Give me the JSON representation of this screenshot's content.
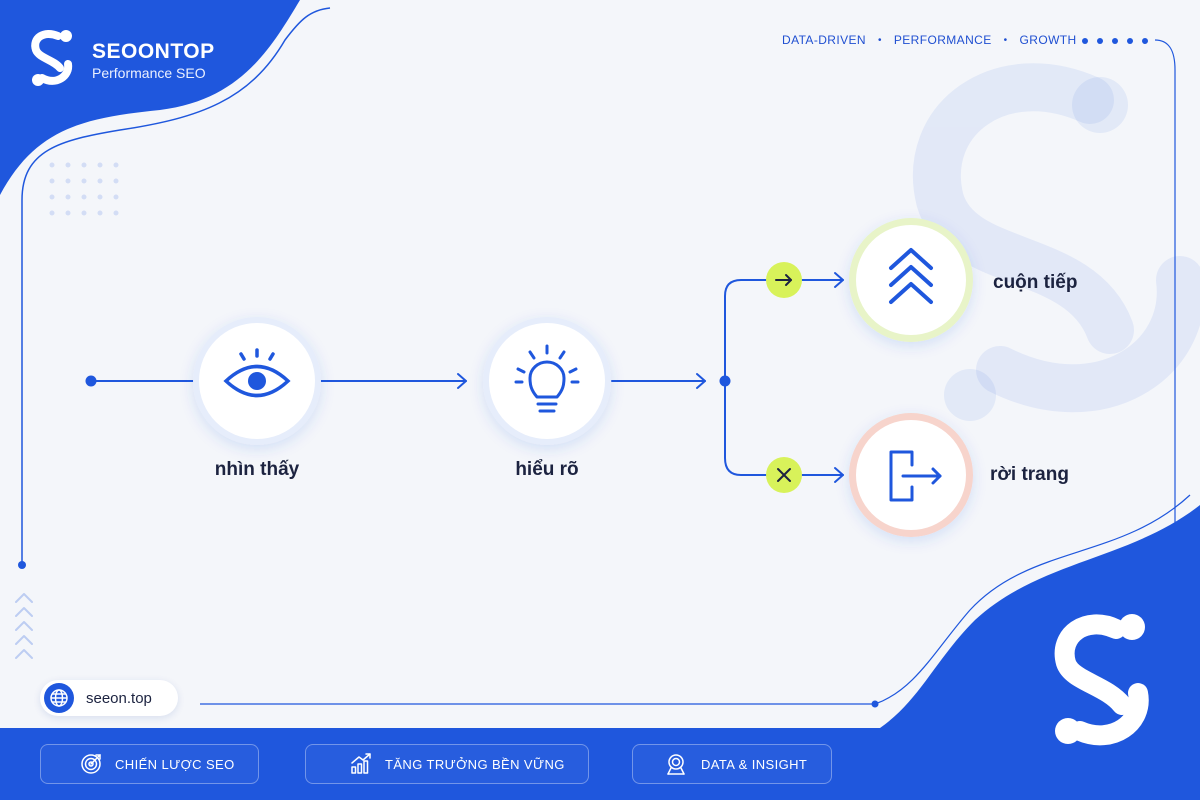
{
  "header": {
    "brand_name": "SEOONTOP",
    "brand_subtitle": "Performance SEO",
    "tagline": [
      "DATA-DRIVEN",
      "PERFORMANCE",
      "GROWTH"
    ]
  },
  "flow": {
    "nodes": [
      {
        "id": "see",
        "label": "nhìn thấy",
        "icon": "eye-icon"
      },
      {
        "id": "understand",
        "label": "hiểu rõ",
        "icon": "lightbulb-icon"
      },
      {
        "id": "scroll",
        "label": "cuộn tiếp",
        "icon": "chevrons-up-icon",
        "branch": "yes"
      },
      {
        "id": "leave",
        "label": "rời trang",
        "icon": "exit-icon",
        "branch": "no"
      }
    ],
    "branch_markers": [
      {
        "symbol": "→",
        "meaning": "continue"
      },
      {
        "symbol": "✕",
        "meaning": "exit"
      }
    ]
  },
  "url": {
    "text": "seeon.top",
    "icon": "globe-icon"
  },
  "footer": {
    "items": [
      {
        "label": "CHIẾN LƯỢC SEO",
        "icon": "target-icon"
      },
      {
        "label": "TĂNG TRƯỞNG BỀN VỮNG",
        "icon": "growth-chart-icon"
      },
      {
        "label": "DATA & INSIGHT",
        "icon": "magnifier-icon"
      }
    ]
  },
  "colors": {
    "brand_blue": "#1f57dd",
    "accent_lime": "#d8f25a",
    "success_ring": "#e8f4c8",
    "exit_ring": "#f7d4cc",
    "background": "#f4f6fa"
  }
}
